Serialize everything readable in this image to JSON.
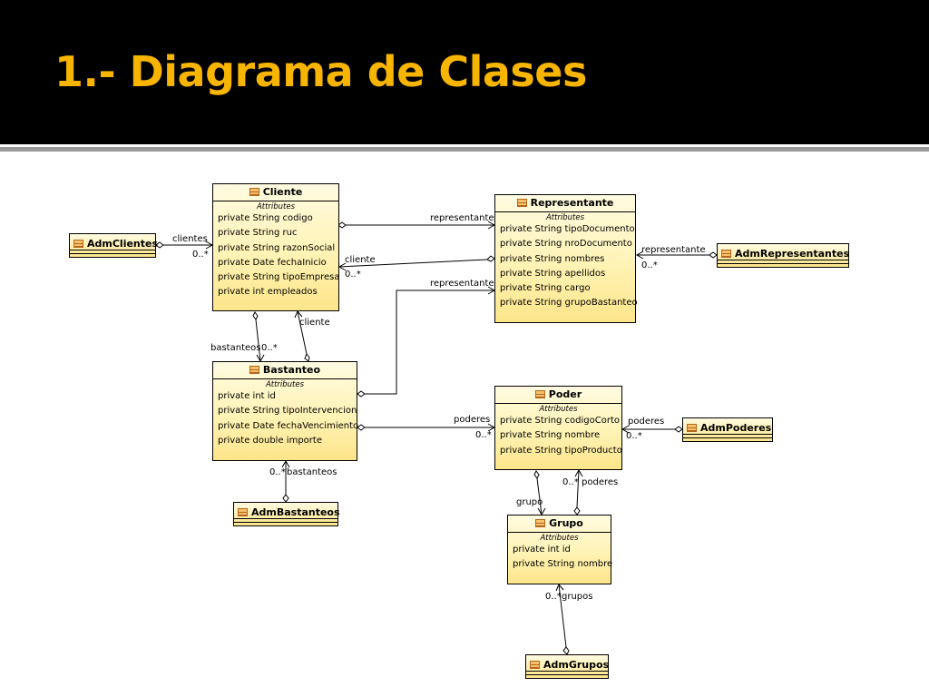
{
  "title": "1.- Diagrama de Clases",
  "diagram": {
    "section_label": "Attributes",
    "classes": {
      "cliente": {
        "name": "Cliente",
        "attributes": [
          "private String codigo",
          "private String ruc",
          "private String razonSocial",
          "private Date fechaInicio",
          "private String tipoEmpresa",
          "private int empleados"
        ]
      },
      "representante": {
        "name": "Representante",
        "attributes": [
          "private String tipoDocumento",
          "private String nroDocumento",
          "private String nombres",
          "private String apellidos",
          "private String cargo",
          "private String grupoBastanteo"
        ]
      },
      "bastanteo": {
        "name": "Bastanteo",
        "attributes": [
          "private int id",
          "private String tipoIntervencion",
          "private Date fechaVencimiento",
          "private double importe"
        ]
      },
      "poder": {
        "name": "Poder",
        "attributes": [
          "private String codigoCorto",
          "private String nombre",
          "private String tipoProducto"
        ]
      },
      "grupo": {
        "name": "Grupo",
        "attributes": [
          "private int id",
          "private String nombre"
        ]
      }
    },
    "managers": {
      "adm_clientes": "AdmClientes",
      "adm_representantes": "AdmRepresentantes",
      "adm_poderes": "AdmPoderes",
      "adm_bastanteos": "AdmBastanteos",
      "adm_grupos": "AdmGrupos"
    },
    "labels": {
      "clientes": "clientes",
      "clientes_mult": "0..*",
      "representante_top": "representante",
      "cliente_back": "cliente",
      "cliente_back_mult": "0..*",
      "representante_mid": "representante",
      "representante_right": "representante",
      "representante_right_mult": "0..*",
      "bastanteos_left": "bastanteos",
      "bastanteos_left_mult": "0..*",
      "cliente_up": "cliente",
      "poderes_mid": "poderes",
      "poderes_mid_mult": "0..*",
      "poderes_right": "poderes",
      "poderes_right_mult": "0..*",
      "bastanteos_bottom_mult": "0..*",
      "bastanteos_bottom": "bastanteos",
      "grupo": "grupo",
      "poderes_grupo_mult": "0..*",
      "poderes_grupo": "poderes",
      "grupos_mult": "0..*",
      "grupos": "grupos"
    }
  },
  "colors": {
    "header_background": "#000000",
    "title_color": "#f7b500",
    "class_fill": "#fff3b5",
    "rule": "#9a9a9a"
  }
}
